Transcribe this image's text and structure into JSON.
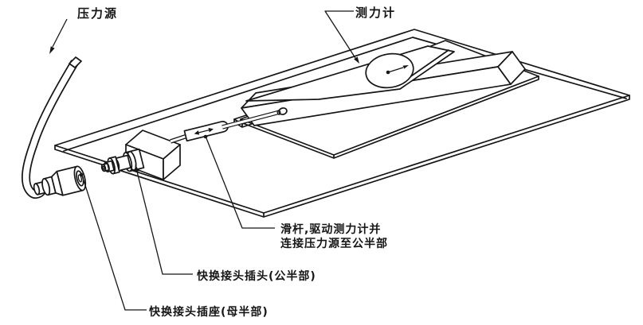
{
  "diagram": {
    "title": "quick-disconnect coupling force-measurement setup",
    "labels": {
      "pressure_source": "压力源",
      "force_gauge": "测力计",
      "slide_rod_line1": "滑杆,驱动测力计并",
      "slide_rod_line2": "连接压力源至公半部",
      "plug_male": "快换接头插头(公半部)",
      "socket_female": "快换接头插座(母半部)"
    },
    "colors": {
      "line": "#161616",
      "background": "#ffffff"
    }
  }
}
